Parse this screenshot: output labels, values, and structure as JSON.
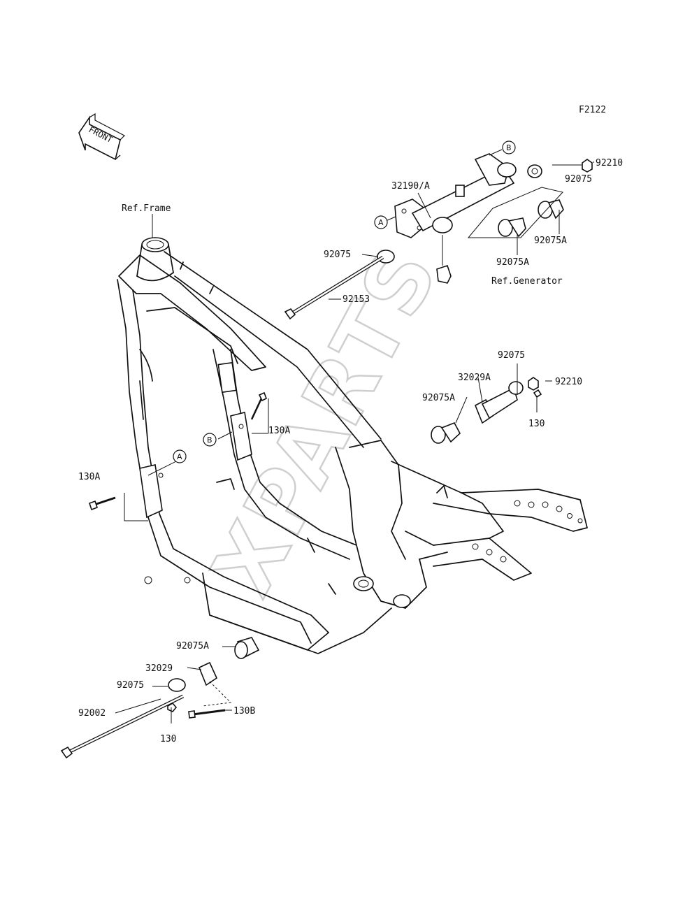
{
  "figure_code": "F2122",
  "front_label": "FRONT",
  "watermark": "XPARTS",
  "ref_labels": {
    "frame": "Ref.Frame",
    "generator": "Ref.Generator"
  },
  "callouts": {
    "A": "A",
    "B": "B"
  },
  "part_labels": {
    "p92210_top": "92210",
    "p92075_top": "92075",
    "p32190": "32190/A",
    "p92075A_top_r": "92075A",
    "p92075_upper_l": "92075",
    "p92075A_top_m": "92075A",
    "p92153": "92153",
    "p92075_mid": "92075",
    "p32029A": "32029A",
    "p92210_mid": "92210",
    "p92075A_mid": "92075A",
    "p130_mid": "130",
    "p130A_mid": "130A",
    "p130A_left": "130A",
    "p92075A_low": "92075A",
    "p32029": "32029",
    "p92075_low": "92075",
    "p92002": "92002",
    "p130B": "130B",
    "p130_low": "130"
  }
}
